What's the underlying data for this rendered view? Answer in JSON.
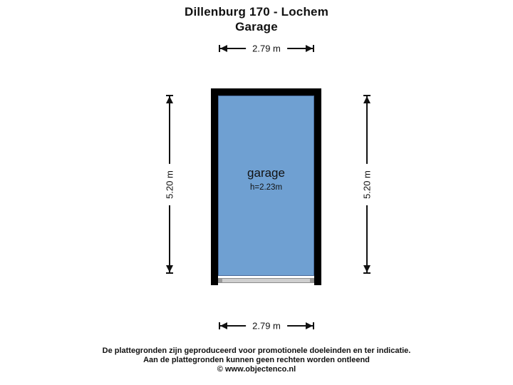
{
  "title": {
    "line1": "Dillenburg 170 - Lochem",
    "line2": "Garage"
  },
  "room": {
    "label": "garage",
    "height_label": "h=2.23m"
  },
  "dimensions": {
    "top": "2.79 m",
    "bottom": "2.79 m",
    "left": "5.20 m",
    "right": "5.20 m"
  },
  "footer": {
    "line1": "De plattegronden zijn geproduceerd voor promotionele doeleinden en ter indicatie.",
    "line2": "Aan de plattegronden kunnen geen rechten worden ontleend",
    "line3": "© www.objectenco.nl"
  },
  "colors": {
    "background": "#FFFFFF",
    "wall": "#000000",
    "room_fill": "#6FA0D2",
    "room_stroke": "#47699A",
    "garage_door": "#CFCFCF",
    "text": "#111111"
  }
}
